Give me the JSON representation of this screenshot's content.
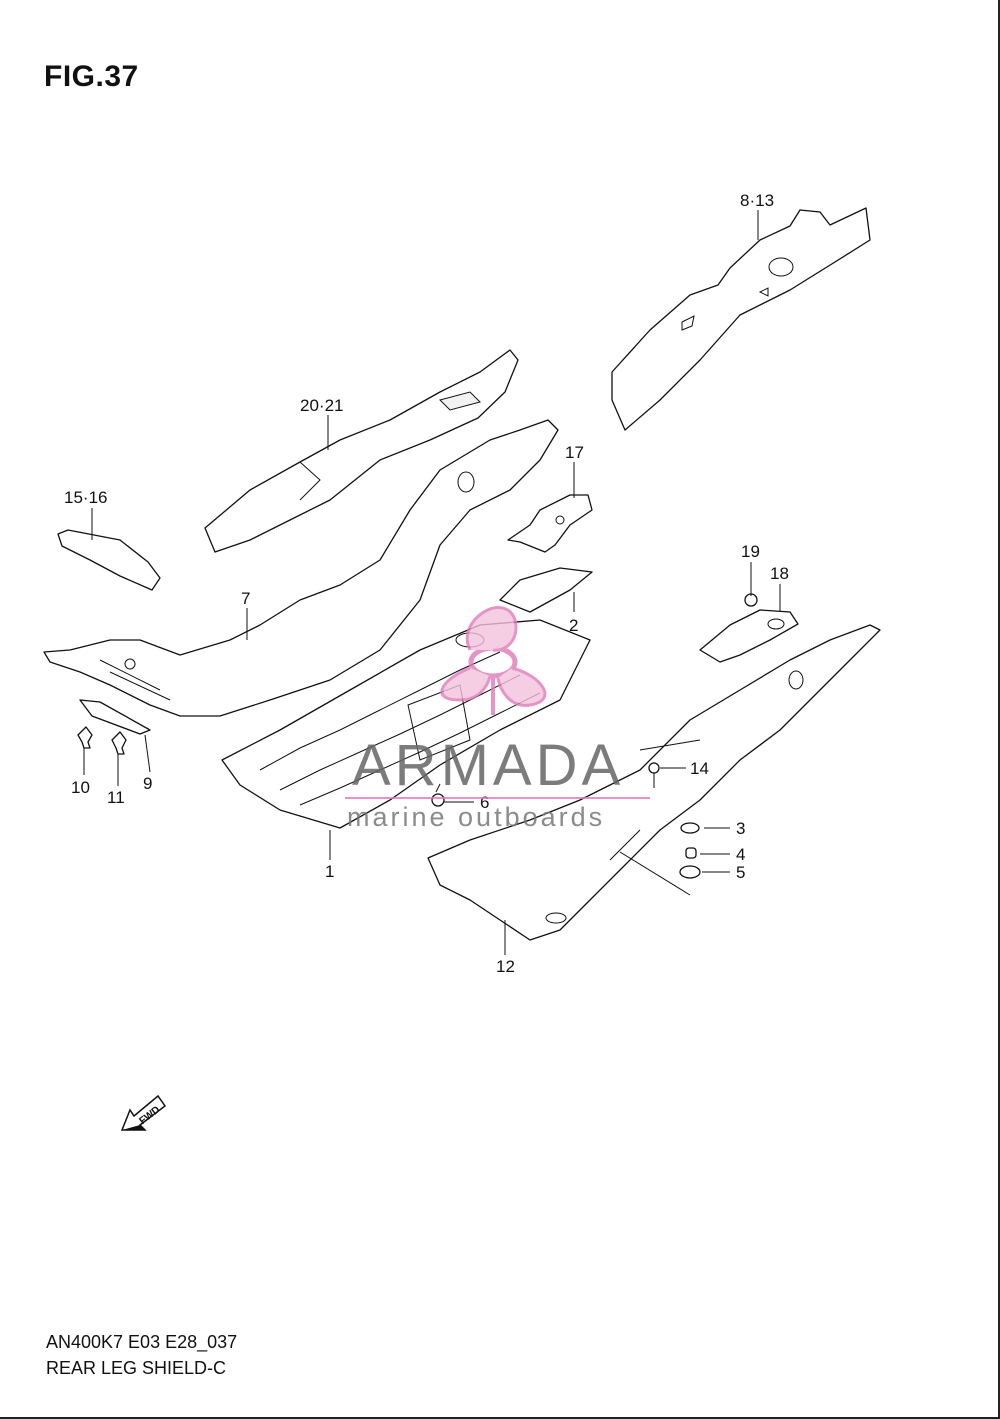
{
  "figure": {
    "title": "FIG.37",
    "code": "AN400K7 E03 E28_037",
    "name": "REAR LEG SHIELD-C"
  },
  "callouts": {
    "p1": "1",
    "p2": "2",
    "p3": "3",
    "p4": "4",
    "p5": "5",
    "p6": "6",
    "p7": "7",
    "p8_13": "8·13",
    "p9": "9",
    "p10": "10",
    "p11": "11",
    "p12": "12",
    "p14": "14",
    "p15_16": "15·16",
    "p17": "17",
    "p18": "18",
    "p19": "19",
    "p20_21": "20·21"
  },
  "fwd_arrow": {
    "label": "FWD",
    "icon": "fwd-arrow-icon"
  },
  "watermark": {
    "brand": "ARMADA",
    "tagline": "marine outboards",
    "logo_color": "#e07ab8"
  }
}
